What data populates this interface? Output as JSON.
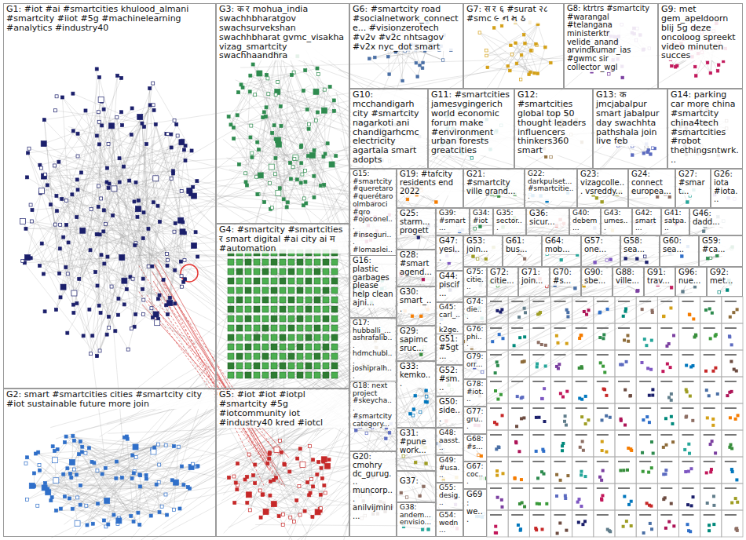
{
  "diagram": {
    "nodes": [
      {
        "text": [
          "G1: #iot #ai #smartcities khulood_almani #smartcity #iiot #5g #machinelearning #analytics #industry40"
        ]
      },
      {
        "text": [
          "G2: smart #smartcities cities #smartcity city #iot sustainable future more join"
        ]
      },
      {
        "text": [
          "G3: क र mohua_india swachhbharatgov swachsurvekshan swachhbharat gvmc_visakha vizag_smartcity swachhaandhra"
        ]
      },
      {
        "text": [
          "G4: #smartcity #smartcities र smart digital #ai city ai म #automation"
        ]
      },
      {
        "text": [
          "G5: #iot #iot #iotpl #smartcity #5g #iotcommunity iot #industry40 kred #iotcl"
        ]
      },
      {
        "text": [
          "G6: #smartcity road #socialnetwork_connecte... #visionzerotech #v2v #v2c nhtsagov #v2x nyc_dot smart"
        ]
      },
      {
        "text": [
          "G7: स र ६ #surat २८ #smc ૯ ન મ ઠ"
        ]
      },
      {
        "text": [
          "G8: ktrtrs #smartcity #warangal #telangana ministerktr velide_anand arvindkumar_ias #gwmc sir collector_wgl"
        ]
      },
      {
        "text": [
          "G9: met gem_apeldoorn blij 5g deze oncoloog spreekt video minuten succes"
        ]
      },
      {
        "text": [
          "G10: mcchandigarh city #smartcity nagarkoti ani chandigarhcmc electricity agartala smart adopts"
        ]
      },
      {
        "text": [
          "G11: #smartcities jamesvgingerich world economic forum make #environment urban forests greatcities"
        ]
      },
      {
        "text": [
          "G12: #smartcities global top 50 thought leaders influencers thinkers360 smart"
        ]
      },
      {
        "text": [
          "G13: क jmcjabalpur smart jabalpur day swachhta pathshala join live feb"
        ]
      },
      {
        "text": [
          "G14: parking car more china #smartcity china4tech #smartcities #robot thethingsntwrk..."
        ]
      },
      {
        "text": [
          "G15: #smartcity #queretaro #querétaro olmbaroci #qro #ojoconel... #inseguri... #lomaslei..."
        ]
      },
      {
        "text": [
          "G19: #tafcity residents end 2022"
        ]
      },
      {
        "text": [
          "G21: #smartcity ville grand..."
        ]
      },
      {
        "text": [
          "G22: darkpulset... #smartcitie..."
        ]
      },
      {
        "text": [
          "G23: vizagcolle... vsreddy..."
        ]
      },
      {
        "text": [
          "G24: connect europea..."
        ]
      },
      {
        "text": [
          "G27: #smart..."
        ]
      },
      {
        "text": [
          "G26: iota #iota..."
        ]
      },
      {
        "text": [
          "G25: starm... progett"
        ]
      },
      {
        "text": [
          "G39: #smart..."
        ]
      },
      {
        "text": [
          "G34: #iot"
        ]
      },
      {
        "text": [
          "G35: sector..."
        ]
      },
      {
        "text": [
          "G36: sicur..."
        ]
      },
      {
        "text": [
          "G40: debem..."
        ]
      },
      {
        "text": [
          "G43: umes..."
        ]
      },
      {
        "text": [
          "G42: smart..."
        ]
      },
      {
        "text": [
          "G41: satpa..."
        ]
      },
      {
        "text": [
          "G46: dadd..."
        ]
      },
      {
        "text": [
          "G16: plastic garbages please help clean ajni..."
        ]
      },
      {
        "text": [
          "G17: hubballi_... ashrafalib... hdmchubl... joshipralh..."
        ]
      },
      {
        "text": [
          "G18: next project #skeycha... #smartcity category..."
        ]
      },
      {
        "text": [
          "G20: cmohry dc_gurug... muncorp... anilvijmini..."
        ]
      },
      {
        "text": [
          "G28: #smart agend..."
        ]
      },
      {
        "text": [
          "G30: smart_..."
        ]
      },
      {
        "text": [
          "G29: sapimc sruc..."
        ]
      },
      {
        "text": [
          "G33: kemko..."
        ]
      },
      {
        "text": [
          "G31: #pune work..."
        ]
      },
      {
        "text": [
          "G37:"
        ]
      },
      {
        "text": [
          "G38: andem... envisio..."
        ]
      },
      {
        "text": [
          "G47: yesi..."
        ]
      },
      {
        "text": [
          "G44: piscif..."
        ]
      },
      {
        "text": [
          "G45: carl_... k2ge..."
        ]
      },
      {
        "text": [
          "G51: #5gt..."
        ]
      },
      {
        "text": [
          "G52: #sm..."
        ]
      },
      {
        "text": [
          "G50: side..."
        ]
      },
      {
        "text": [
          "G48: aasst..."
        ]
      },
      {
        "text": [
          "G49: #usa..."
        ]
      },
      {
        "text": [
          "G55: desig..."
        ]
      },
      {
        "text": [
          "G54: wedn..."
        ]
      },
      {
        "text": [
          "G75: citie..."
        ]
      },
      {
        "text": [
          "G74: die..."
        ]
      },
      {
        "text": [
          "G76: phi..."
        ]
      },
      {
        "text": [
          "G79: orr..."
        ]
      },
      {
        "text": [
          "G78: #iot..."
        ]
      },
      {
        "text": [
          "G77: gru..."
        ]
      },
      {
        "text": [
          "G68: #s..."
        ]
      },
      {
        "text": [
          "G67: coc..."
        ]
      },
      {
        "text": [
          "G69: we..."
        ]
      },
      {
        "text": [
          "G53: join..."
        ]
      },
      {
        "text": [
          "G61: bus..."
        ]
      },
      {
        "text": [
          "G64: mob..."
        ]
      },
      {
        "text": [
          "G57: one..."
        ]
      },
      {
        "text": [
          "G58: sea..."
        ]
      },
      {
        "text": [
          "G60: sea..."
        ]
      },
      {
        "text": [
          "G59: #ca..."
        ]
      },
      {
        "text": [
          "G72: citie..."
        ]
      },
      {
        "text": [
          "G71: join..."
        ]
      },
      {
        "text": [
          "G70: #s..."
        ]
      },
      {
        "text": [
          "G90: sbe..."
        ]
      },
      {
        "text": [
          "G88: ville..."
        ]
      },
      {
        "text": [
          "G91: trav..."
        ]
      },
      {
        "text": [
          "G96: nue..."
        ]
      },
      {
        "text": [
          "G92: met..."
        ]
      }
    ]
  }
}
